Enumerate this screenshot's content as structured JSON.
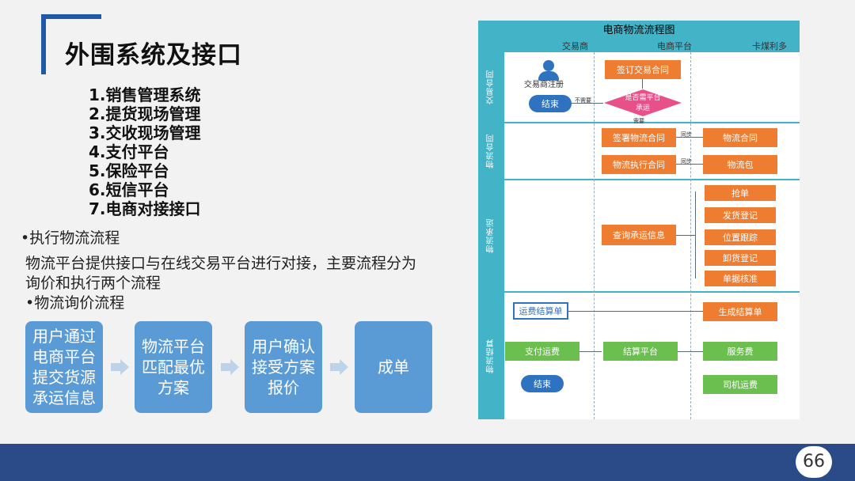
{
  "slide": {
    "title": "外围系统及接口",
    "systems": [
      "1.销售管理系统",
      "2.提货现场管理",
      "3.交收现场管理",
      "4.支付平台",
      "5.保险平台",
      "6.短信平台",
      "7.电商对接接口"
    ],
    "bullet_exec": "•执行物流流程",
    "desc_line1": "物流平台提供接口与在线交易平台进行对接，主要流程分为",
    "desc_line2": "询价和执行两个流程",
    "bullet_inquiry": "•物流询价流程",
    "process_steps": [
      "用户通过电商平台提交货源承运信息",
      "物流平台匹配最优方案",
      "用户确认接受方案报价",
      "成单"
    ],
    "page_number": "66"
  },
  "flowchart": {
    "title": "电商物流流程图",
    "columns": [
      "交易商",
      "电商平台",
      "卡煤利多"
    ],
    "lanes": [
      "交易合同",
      "物流合同",
      "物流承运",
      "物流结算"
    ],
    "person_label": "交易商注册",
    "sign_trade": "签订交易合同",
    "decision": "是否需平台承运",
    "end_1": "结束",
    "no_label": "不需要",
    "yes_label": "需要",
    "sign_logistics": "签署物流合同",
    "logistics_contract": "物流合同",
    "sync_1": "同步",
    "exec_contract": "物流执行合同",
    "sync_2": "同步",
    "logistics_pkg": "物流包",
    "query_info": "查询承运信息",
    "steps": [
      "抢单",
      "发货登记",
      "位置跟踪",
      "卸货登记",
      "单据核准"
    ],
    "gen_settle": "生成结算单",
    "freight_settle": "运费结算单",
    "pay_freight": "支付运费",
    "settle_platform": "结算平台",
    "service_fee": "服务费",
    "end_2": "结束",
    "driver_freight": "司机运费"
  },
  "colors": {
    "brand_blue": "#1f5aa6",
    "footer": "#2b4a88",
    "step_box": "#5b9bd5",
    "lane_teal": "#43b3c8",
    "orange": "#ee7d32",
    "green": "#6bbf4e"
  }
}
